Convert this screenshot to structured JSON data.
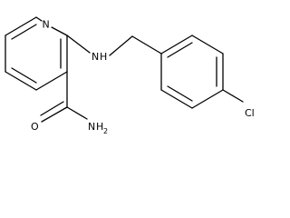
{
  "molecule": {
    "atoms": {
      "ring_n": "N",
      "amine_n": "N",
      "amine_h": "H",
      "amide_o": "O",
      "amide_n": "N",
      "amide_h": "H",
      "amide_h_count": "2",
      "chlorine": "Cl"
    }
  }
}
